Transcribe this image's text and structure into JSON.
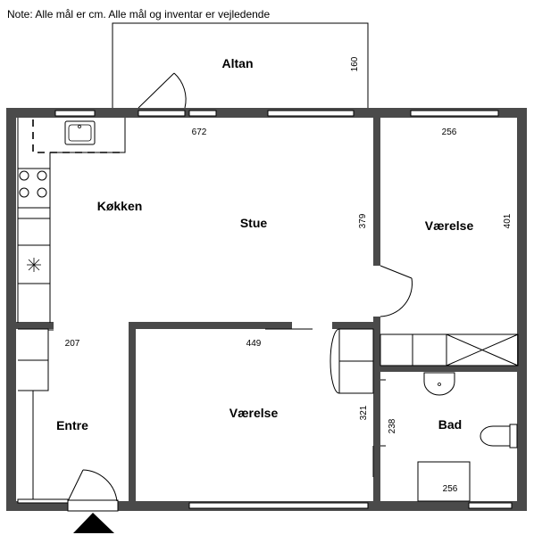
{
  "note": "Note: Alle mål er cm. Alle mål og inventar er vejledende",
  "rooms": {
    "altan": "Altan",
    "kokken": "Køkken",
    "stue": "Stue",
    "vaerelse_top": "Værelse",
    "vaerelse_bottom": "Værelse",
    "entre": "Entre",
    "bad": "Bad"
  },
  "dimensions": {
    "altan_depth": "160",
    "stue_width": "672",
    "stue_depth": "379",
    "vaerelse_top_width": "256",
    "vaerelse_top_depth": "401",
    "entre_width": "207",
    "vaerelse_bottom_width": "449",
    "vaerelse_bottom_depth": "321",
    "bad_depth": "238",
    "bad_width": "256"
  },
  "colors": {
    "wall": "#4a4a4a",
    "line": "#000000",
    "background": "#ffffff"
  },
  "icons": [
    "entrance-arrow-icon",
    "sink-icon",
    "stove-icon",
    "toilet-icon",
    "washbasin-icon",
    "fan-icon"
  ]
}
